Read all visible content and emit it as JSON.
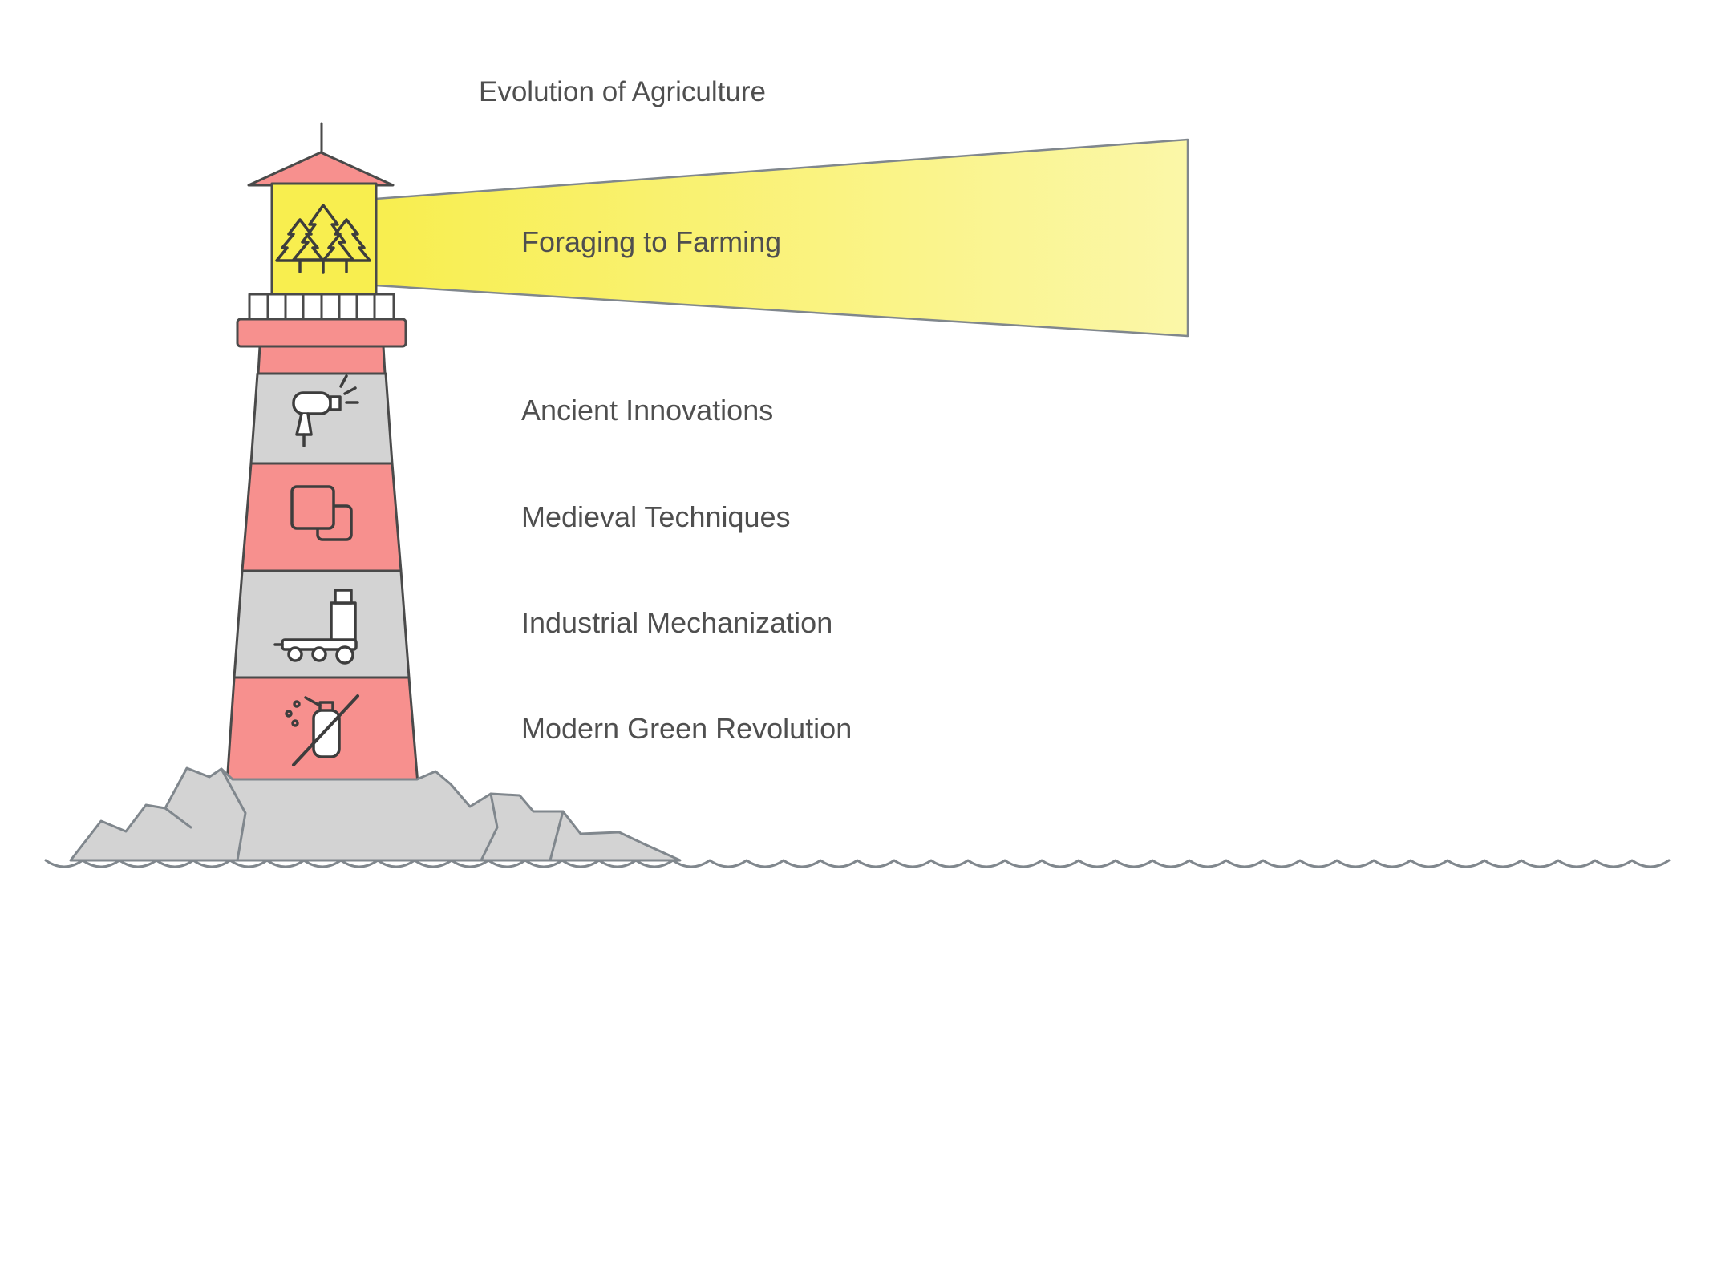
{
  "title": "Evolution of Agriculture",
  "stages": [
    {
      "label": "Foraging to Farming",
      "highlight": true
    },
    {
      "label": "Ancient Innovations",
      "highlight": false
    },
    {
      "label": "Medieval Techniques",
      "highlight": false
    },
    {
      "label": "Industrial Mechanization",
      "highlight": false
    },
    {
      "label": "Modern Green Revolution",
      "highlight": false
    }
  ],
  "icons": {
    "lamp": "pine-trees-icon",
    "stage_1": "heat-gun-icon",
    "stage_2": "overlapping-squares-icon",
    "stage_3": "locomotive-icon",
    "stage_4": "sprayer-icon"
  },
  "colors": {
    "red": "#f7908e",
    "gray": "#d3d3d3",
    "yellow": "#f8ee4f",
    "yellow_light": "#fbf7a8",
    "outline": "#4a4a4a",
    "outline_soft": "#80878d",
    "icon_stroke": "#3d3d3d",
    "text": "#4f4f4f"
  }
}
